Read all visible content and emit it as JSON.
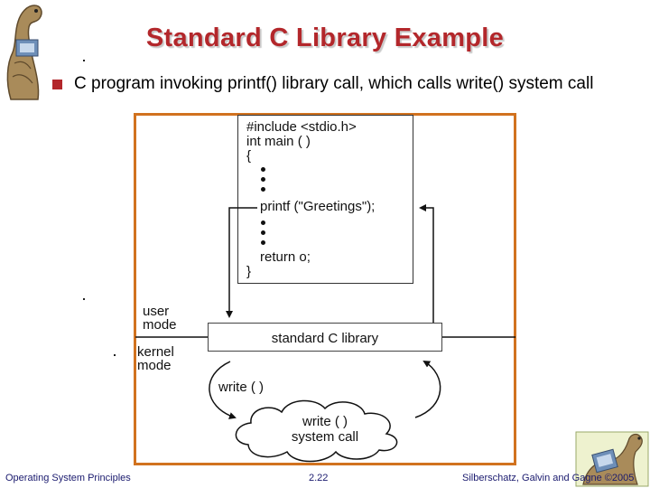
{
  "slide": {
    "title": "Standard C Library Example",
    "bullet": "C program invoking printf() library call, which calls write() system call"
  },
  "diagram": {
    "code_lines": [
      "#include <stdio.h>",
      "int main ( )",
      "{",
      "printf (\"Greetings\");",
      "return o;",
      "}"
    ],
    "user_mode": [
      "user",
      "mode"
    ],
    "kernel_mode": [
      "kernel",
      "mode"
    ],
    "library_label": "standard C library",
    "write_call": "write ( )",
    "system_call": [
      "write ( )",
      "system call"
    ]
  },
  "footer": {
    "left": "Operating System Principles",
    "center": "2.22",
    "right": "Silberschatz, Galvin and Gagne ©2005"
  },
  "colors": {
    "title": "#b3272b",
    "bullet": "#b3272b",
    "diagram_border": "#d1721f",
    "footer_text": "#1a1a6e"
  }
}
